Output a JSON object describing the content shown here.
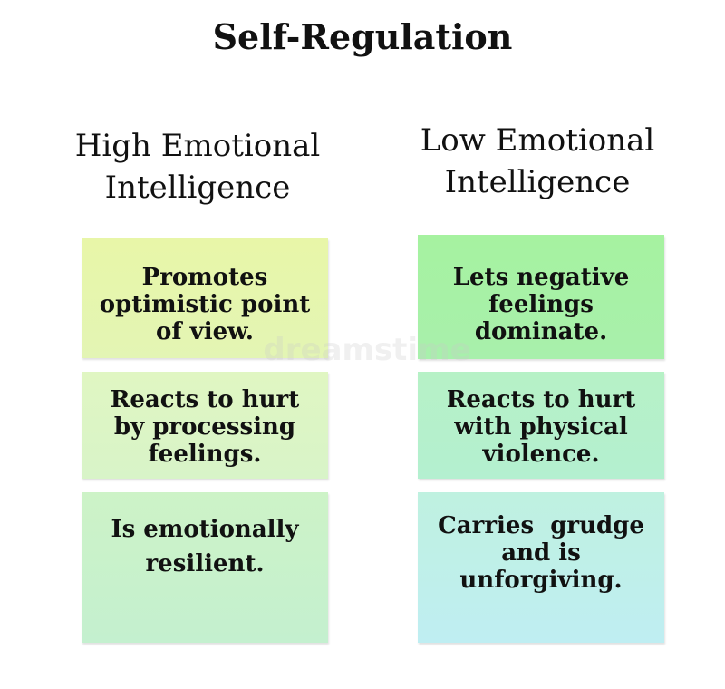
{
  "title": "Self-Regulation",
  "columns": {
    "left": {
      "heading_lines": [
        "High Emotional",
        "Intelligence"
      ],
      "boxes": [
        {
          "lines": [
            "Promotes",
            "optimistic point",
            "of view."
          ]
        },
        {
          "lines": [
            "Reacts to hurt",
            "by processing",
            "feelings."
          ]
        },
        {
          "lines": [
            "Is emotionally",
            "resilient."
          ]
        }
      ]
    },
    "right": {
      "heading_lines": [
        "Low Emotional",
        "Intelligence"
      ],
      "boxes": [
        {
          "lines": [
            "Lets negative",
            "feelings",
            "dominate."
          ]
        },
        {
          "lines": [
            "Reacts to hurt",
            "with physical",
            "violence."
          ]
        },
        {
          "lines": [
            "Carries  grudge",
            "and is",
            "unforgiving."
          ]
        }
      ]
    }
  },
  "watermark": "dreamstime",
  "colors": {
    "left_box_1": "#e6f6ae",
    "left_box_2": "#dcf5c4",
    "left_box_3": "#c8f1cb",
    "right_box_1": "#a7f1a6",
    "right_box_2": "#b5f0cb",
    "right_box_3": "#bfefe9"
  }
}
